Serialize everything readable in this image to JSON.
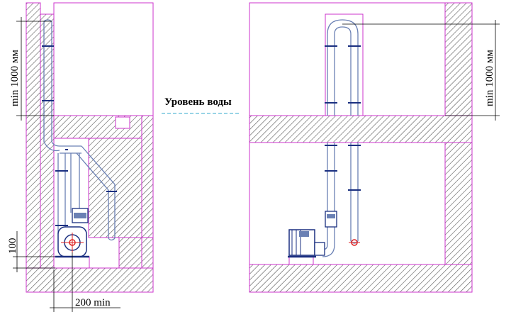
{
  "labels": {
    "water_level": "Уровень воды",
    "left_min_height": "min 1000 мм",
    "right_min_height": "min 1000 мм",
    "offset_100": "100",
    "offset_200": "200 min"
  },
  "colors": {
    "outline": "#cc33cc",
    "hatch": "#555555",
    "pipe": "#6a80b4",
    "pipe_dark": "#1a2f80",
    "water_line": "#33aacc",
    "accent_red": "#dd2222",
    "dim_line": "#000000"
  }
}
